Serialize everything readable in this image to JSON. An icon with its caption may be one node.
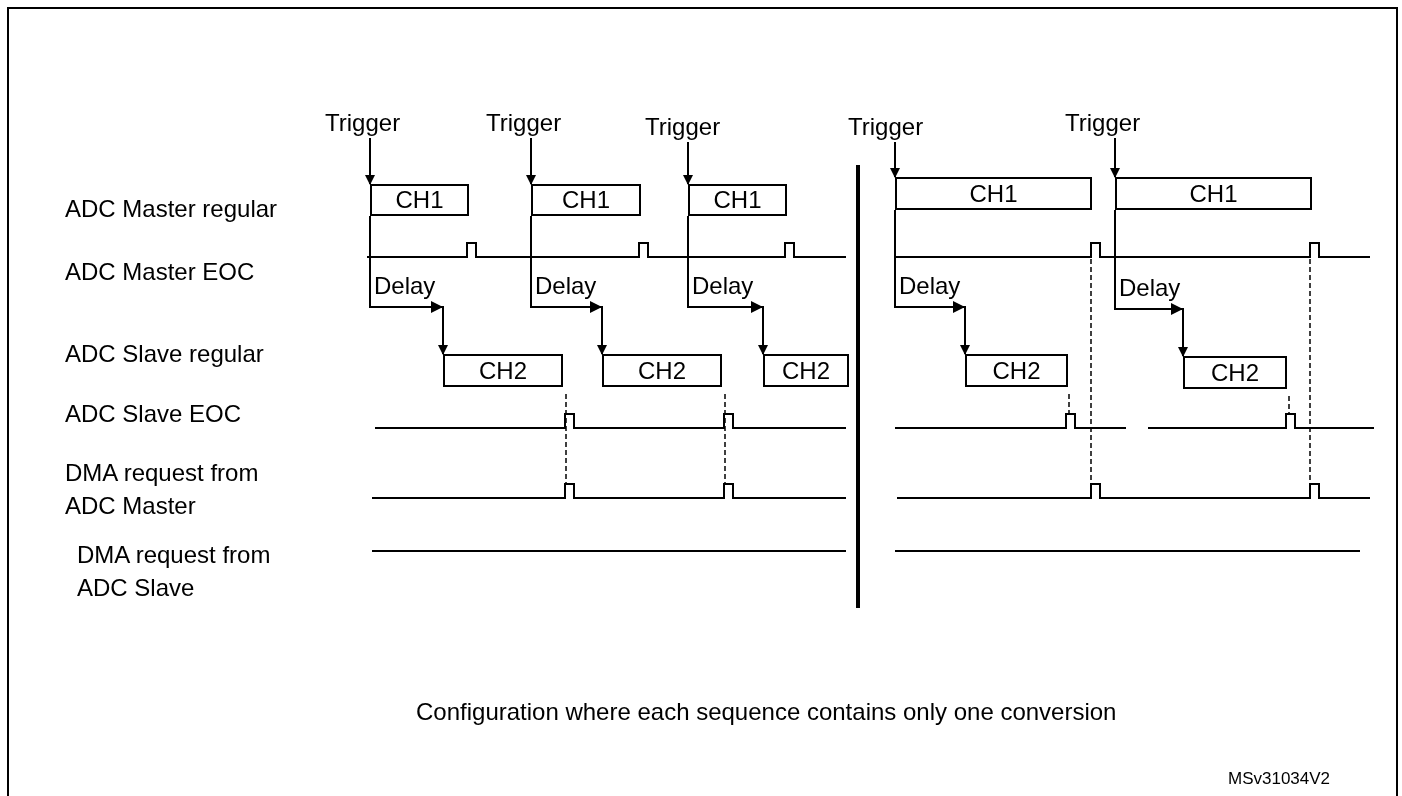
{
  "diagram": {
    "caption": "Configuration where each sequence contains only one conversion",
    "nodes": [
      {
        "text": [
          "Trigger"
        ]
      },
      {
        "text": [
          "Trigger"
        ]
      },
      {
        "text": [
          "Trigger"
        ]
      },
      {
        "text": [
          "Trigger"
        ]
      },
      {
        "text": [
          "Trigger"
        ]
      },
      {
        "text": [
          "CH1"
        ]
      },
      {
        "text": [
          "CH1"
        ]
      },
      {
        "text": [
          "CH1"
        ]
      },
      {
        "text": [
          "CH1"
        ]
      },
      {
        "text": [
          "CH1"
        ]
      },
      {
        "text": [
          "CH2"
        ]
      },
      {
        "text": [
          "CH2"
        ]
      },
      {
        "text": [
          "CH2"
        ]
      },
      {
        "text": [
          "CH2"
        ]
      },
      {
        "text": [
          "CH2"
        ]
      }
    ],
    "edges": [
      {
        "from": 0,
        "to": 5,
        "arrow": "to"
      },
      {
        "from": 1,
        "to": 6,
        "arrow": "to"
      },
      {
        "from": 2,
        "to": 7,
        "arrow": "to"
      },
      {
        "from": 3,
        "to": 8,
        "arrow": "to"
      },
      {
        "from": 4,
        "to": 9,
        "arrow": "to"
      },
      {
        "from": 5,
        "to": 10,
        "arrow": "to",
        "label": "Delay"
      },
      {
        "from": 6,
        "to": 11,
        "arrow": "to",
        "label": "Delay"
      },
      {
        "from": 7,
        "to": 12,
        "arrow": "to",
        "label": "Delay"
      },
      {
        "from": 8,
        "to": 13,
        "arrow": "to",
        "label": "Delay"
      },
      {
        "from": 9,
        "to": 14,
        "arrow": "to",
        "label": "Delay"
      }
    ],
    "labels": [
      "ADC Master regular",
      "ADC Master EOC",
      "ADC Slave regular",
      "ADC Slave EOC",
      "DMA request from ADC Master",
      "DMA request from ADC Slave",
      "MSv31034V2"
    ]
  }
}
